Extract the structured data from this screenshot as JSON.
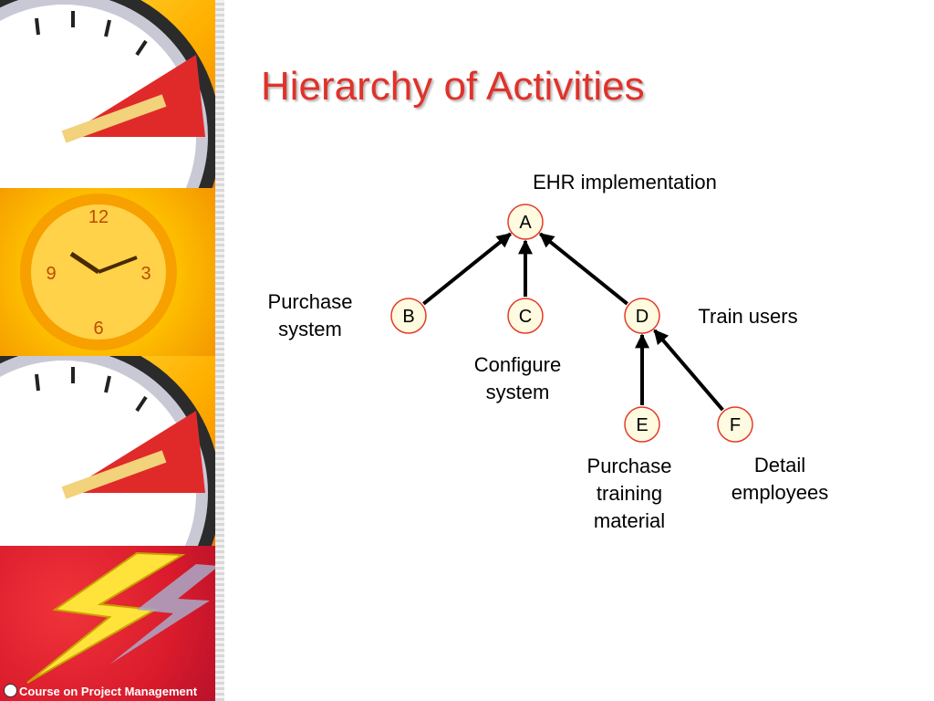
{
  "slide": {
    "title": "Hierarchy of Activities",
    "footer": "Course on Project Management",
    "accent_color": "#e0322a",
    "node_border_color": "#e33b2c",
    "node_fill_color": "#fffbe0"
  },
  "diagram": {
    "nodes": [
      {
        "id": "A",
        "letter": "A",
        "label": "EHR implementation"
      },
      {
        "id": "B",
        "letter": "B",
        "label": "Purchase system"
      },
      {
        "id": "C",
        "letter": "C",
        "label": "Configure system"
      },
      {
        "id": "D",
        "letter": "D",
        "label": "Train users"
      },
      {
        "id": "E",
        "letter": "E",
        "label": "Purchase training material"
      },
      {
        "id": "F",
        "letter": "F",
        "label": "Detail employees"
      }
    ],
    "edges": [
      {
        "from": "B",
        "to": "A"
      },
      {
        "from": "C",
        "to": "A"
      },
      {
        "from": "D",
        "to": "A"
      },
      {
        "from": "E",
        "to": "D"
      },
      {
        "from": "F",
        "to": "D"
      }
    ],
    "label_lines": {
      "A": [
        "EHR implementation"
      ],
      "B": [
        "Purchase",
        "system"
      ],
      "C": [
        "Configure",
        "system"
      ],
      "D": [
        "Train users"
      ],
      "E": [
        "Purchase",
        "training",
        "material"
      ],
      "F": [
        "Detail",
        "employees"
      ]
    }
  },
  "decor": {
    "icons": [
      "clock-face-icon",
      "wall-clock-icon",
      "clock-face-icon",
      "lightning-bolt-icon"
    ]
  }
}
